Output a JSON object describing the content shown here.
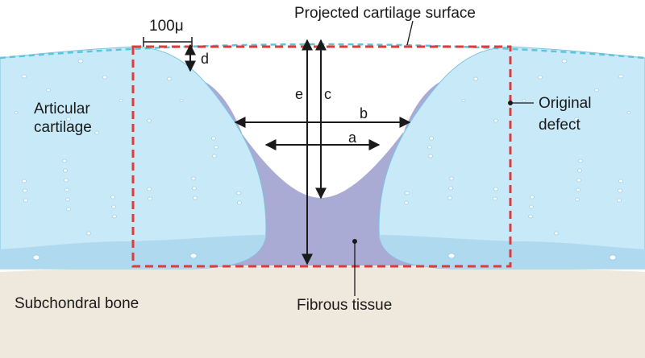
{
  "labels": {
    "projected_surface": "Projected cartilage surface",
    "scale": "100μ",
    "articular_line1": "Articular",
    "articular_line2": "cartilage",
    "original_line1": "Original",
    "original_line2": "defect",
    "subchondral": "Subchondral bone",
    "fibrous": "Fibrous tissue"
  },
  "measurements": {
    "a": "a",
    "b": "b",
    "c": "c",
    "d": "d",
    "e": "e"
  },
  "colors": {
    "cartilage": "#c8e9f8",
    "cartilage_deep": "#aed9ef",
    "fibrous": "#a9abd4",
    "bone": "#efe8dc",
    "defect_outline": "#e03a3a",
    "projected_surface": "#5ec5d8",
    "arrows": "#1a1a1a"
  }
}
